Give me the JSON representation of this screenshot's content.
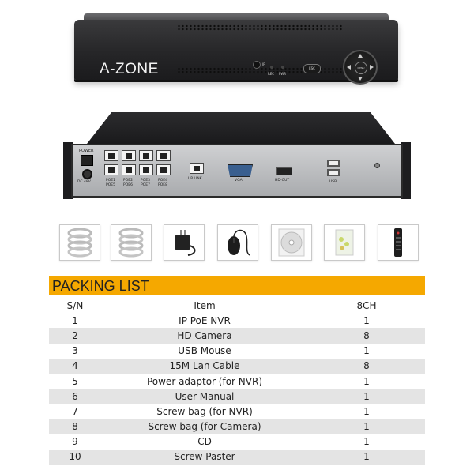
{
  "brand": "A-ZONE",
  "front_panel": {
    "led_labels": [
      "IR",
      "REC",
      "PWR"
    ],
    "esc_label": "ESC",
    "dpad_center_label": "MENU"
  },
  "rear_panel": {
    "power_label": "POWER",
    "dc_label": "DC 48V",
    "poe_labels": [
      "POE1",
      "POE2",
      "POE3",
      "POE4"
    ],
    "poe_labels_bottom": [
      "POE5",
      "POE6",
      "POE7",
      "POE8"
    ],
    "uplink_label": "UP LINK",
    "vga_label": "VGA",
    "hdmi_label": "HD-OUT",
    "usb_label": "USB"
  },
  "accessories": [
    {
      "icon": "lan-cable-icon"
    },
    {
      "icon": "lan-cable-icon"
    },
    {
      "icon": "power-adaptor-icon"
    },
    {
      "icon": "usb-mouse-icon"
    },
    {
      "icon": "cd-icon"
    },
    {
      "icon": "screw-bag-icon"
    },
    {
      "icon": "remote-control-icon"
    }
  ],
  "packing_list": {
    "title": "PACKING LIST",
    "header_color": "#f5a800",
    "columns": [
      "S/N",
      "Item",
      "8CH"
    ],
    "rows": [
      [
        "1",
        "IP PoE NVR",
        "1"
      ],
      [
        "2",
        "HD Camera",
        "8"
      ],
      [
        "3",
        "USB Mouse",
        "1"
      ],
      [
        "4",
        "15M Lan Cable",
        "8"
      ],
      [
        "5",
        "Power adaptor (for NVR)",
        "1"
      ],
      [
        "6",
        "User Manual",
        "1"
      ],
      [
        "7",
        "Screw bag (for NVR)",
        "1"
      ],
      [
        "8",
        "Screw bag (for Camera)",
        "1"
      ],
      [
        "9",
        "CD",
        "1"
      ],
      [
        "10",
        "Screw Paster",
        "1"
      ]
    ]
  }
}
